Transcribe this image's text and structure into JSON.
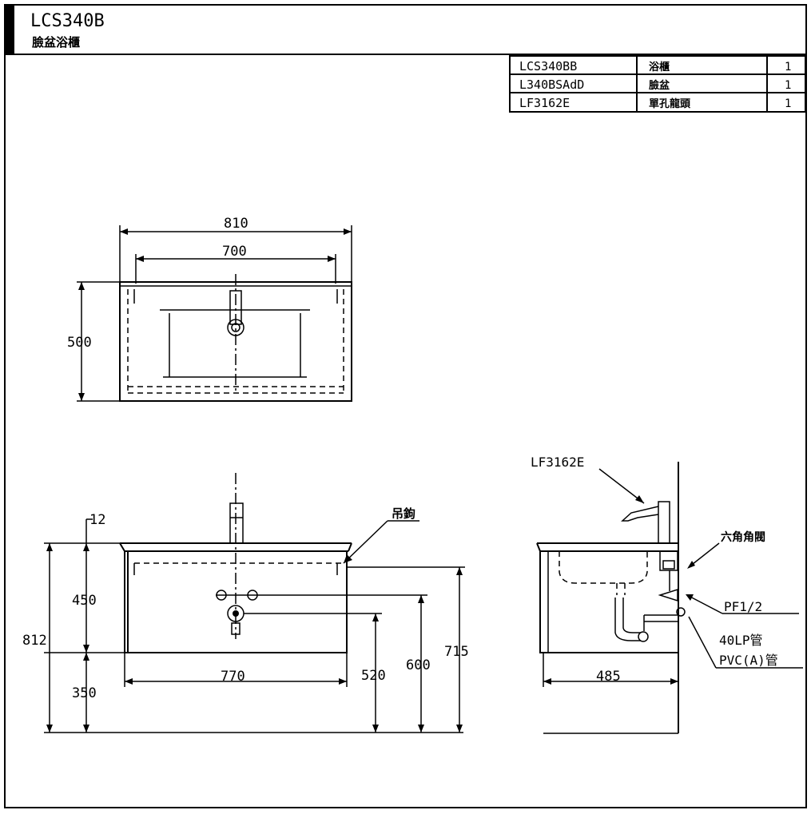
{
  "title_block": {
    "model": "LCS340B",
    "name": "臉盆浴櫃"
  },
  "parts": [
    {
      "code": "LCS340BB",
      "desc": "浴櫃",
      "qty": "1"
    },
    {
      "code": "L340BSAdD",
      "desc": "臉盆",
      "qty": "1"
    },
    {
      "code": "LF3162E",
      "desc": "單孔龍頭",
      "qty": "1"
    }
  ],
  "top_view": {
    "dims": {
      "overall_width": "810",
      "basin_width": "700",
      "depth": "500"
    }
  },
  "front_view": {
    "dims": {
      "top_thickness": "12",
      "cabinet_height": "450",
      "overall_height": "812",
      "floor_gap": "350",
      "cabinet_width": "770",
      "drain_height": "520",
      "supply_height": "600",
      "mount_height": "715"
    },
    "labels": {
      "hanger": "吊鉤"
    }
  },
  "side_view": {
    "dims": {
      "depth": "485"
    },
    "labels": {
      "faucet": "LF3162E",
      "angle_valve": "六角角閥",
      "thread": "PF1/2",
      "trap": "40LP管",
      "pipe": "PVC(A)管"
    }
  }
}
